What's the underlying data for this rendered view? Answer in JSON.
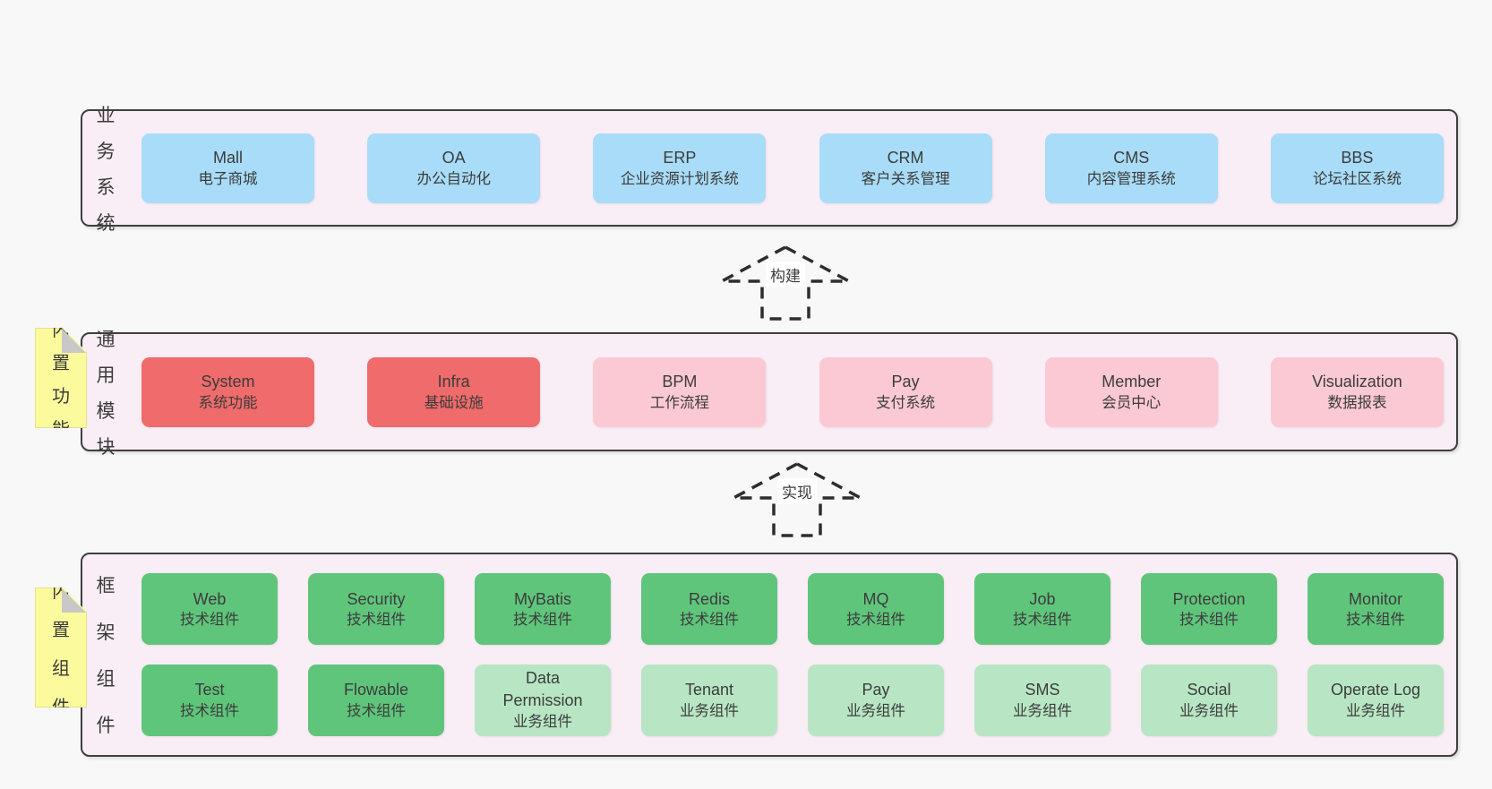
{
  "colors": {
    "page_bg": "#f8f8f8",
    "panel_bg": "#f9edf6",
    "panel_border": "#3f3f3f",
    "blue": "#a8dcf8",
    "red": "#f06b6b",
    "pink": "#fbc9d3",
    "green": "#5fc57b",
    "green_light": "#b8e6c4",
    "sticky_yellow": "#fbfb9d",
    "fold_grey": "#c8c8c8",
    "text": "#3c3c3c"
  },
  "arrows": [
    {
      "label": "构建"
    },
    {
      "label": "实现"
    }
  ],
  "panels": [
    {
      "label": "业务系统",
      "boxes": [
        {
          "title": "Mall",
          "subtitle": "电子商城",
          "variant": "blue"
        },
        {
          "title": "OA",
          "subtitle": "办公自动化",
          "variant": "blue"
        },
        {
          "title": "ERP",
          "subtitle": "企业资源计划系统",
          "variant": "blue"
        },
        {
          "title": "CRM",
          "subtitle": "客户关系管理",
          "variant": "blue"
        },
        {
          "title": "CMS",
          "subtitle": "内容管理系统",
          "variant": "blue"
        },
        {
          "title": "BBS",
          "subtitle": "论坛社区系统",
          "variant": "blue"
        }
      ]
    },
    {
      "label": "通用模块",
      "sticky": "内置功能",
      "boxes": [
        {
          "title": "System",
          "subtitle": "系统功能",
          "variant": "red"
        },
        {
          "title": "Infra",
          "subtitle": "基础设施",
          "variant": "red"
        },
        {
          "title": "BPM",
          "subtitle": "工作流程",
          "variant": "pink"
        },
        {
          "title": "Pay",
          "subtitle": "支付系统",
          "variant": "pink"
        },
        {
          "title": "Member",
          "subtitle": "会员中心",
          "variant": "pink"
        },
        {
          "title": "Visualization",
          "subtitle": "数据报表",
          "variant": "pink"
        }
      ]
    },
    {
      "label": "框架组件",
      "sticky": "内置组件",
      "rows": [
        [
          {
            "title": "Web",
            "subtitle": "技术组件",
            "variant": "green"
          },
          {
            "title": "Security",
            "subtitle": "技术组件",
            "variant": "green"
          },
          {
            "title": "MyBatis",
            "subtitle": "技术组件",
            "variant": "green"
          },
          {
            "title": "Redis",
            "subtitle": "技术组件",
            "variant": "green"
          },
          {
            "title": "MQ",
            "subtitle": "技术组件",
            "variant": "green"
          },
          {
            "title": "Job",
            "subtitle": "技术组件",
            "variant": "green"
          },
          {
            "title": "Protection",
            "subtitle": "技术组件",
            "variant": "green"
          },
          {
            "title": "Monitor",
            "subtitle": "技术组件",
            "variant": "green"
          }
        ],
        [
          {
            "title": "Test",
            "subtitle": "技术组件",
            "variant": "green"
          },
          {
            "title": "Flowable",
            "subtitle": "技术组件",
            "variant": "green"
          },
          {
            "title": "Data Permission",
            "subtitle": "业务组件",
            "variant": "green-light"
          },
          {
            "title": "Tenant",
            "subtitle": "业务组件",
            "variant": "green-light"
          },
          {
            "title": "Pay",
            "subtitle": "业务组件",
            "variant": "green-light"
          },
          {
            "title": "SMS",
            "subtitle": "业务组件",
            "variant": "green-light"
          },
          {
            "title": "Social",
            "subtitle": "业务组件",
            "variant": "green-light"
          },
          {
            "title": "Operate Log",
            "subtitle": "业务组件",
            "variant": "green-light"
          }
        ]
      ]
    }
  ]
}
